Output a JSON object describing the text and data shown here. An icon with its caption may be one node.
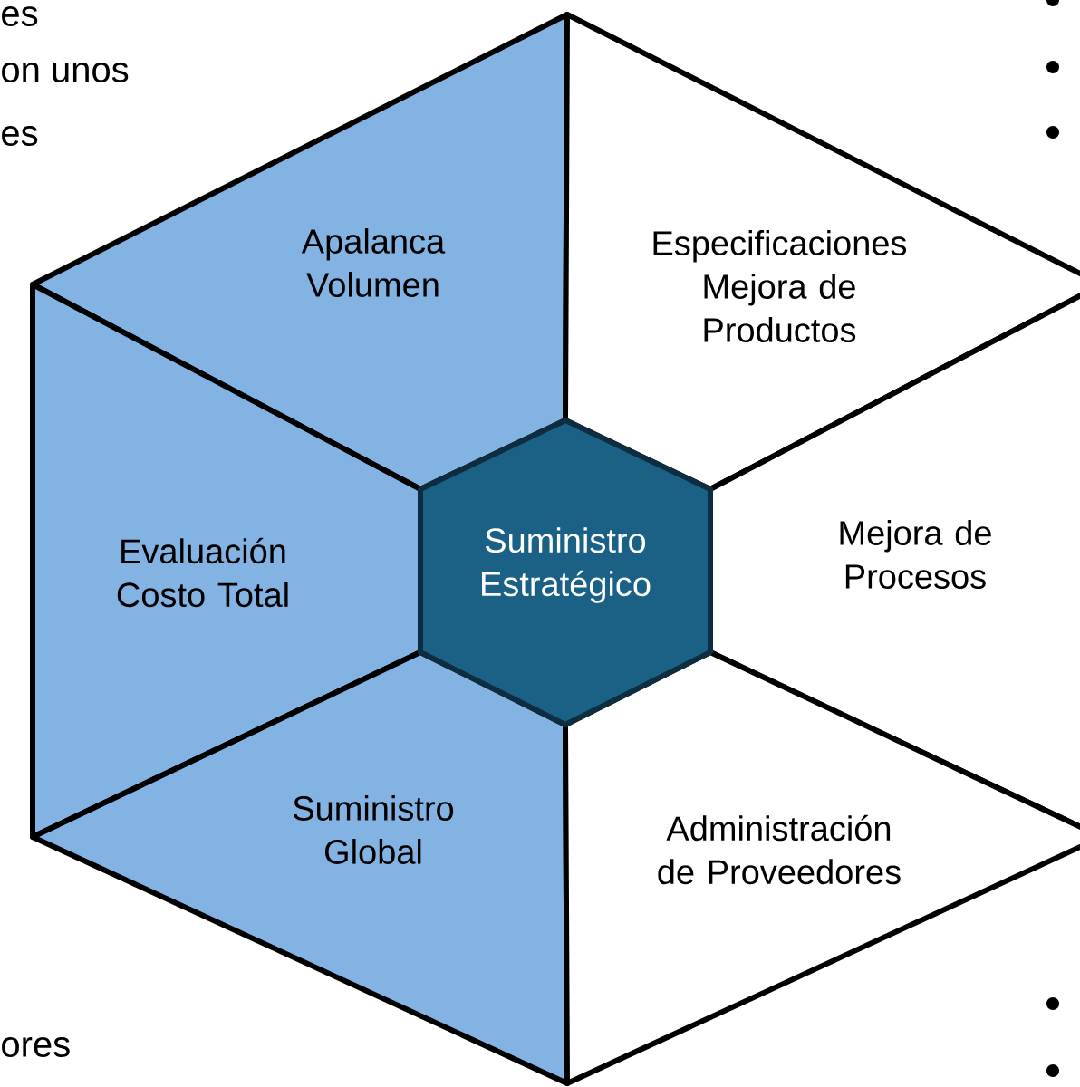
{
  "diagram": {
    "nodes": [
      {
        "text": [
          "Apalanca Volumen"
        ]
      },
      {
        "text": [
          "Especificaciones Mejora de Productos"
        ]
      },
      {
        "text": [
          "Evaluación Costo Total"
        ]
      },
      {
        "text": [
          "Suministro Estratégico"
        ]
      },
      {
        "text": [
          "Mejora de Procesos"
        ]
      },
      {
        "text": [
          "Suministro Global"
        ]
      },
      {
        "text": [
          "Administración de Proveedores"
        ]
      }
    ],
    "labels": [
      "es",
      "on unos",
      "es",
      "ores"
    ]
  }
}
